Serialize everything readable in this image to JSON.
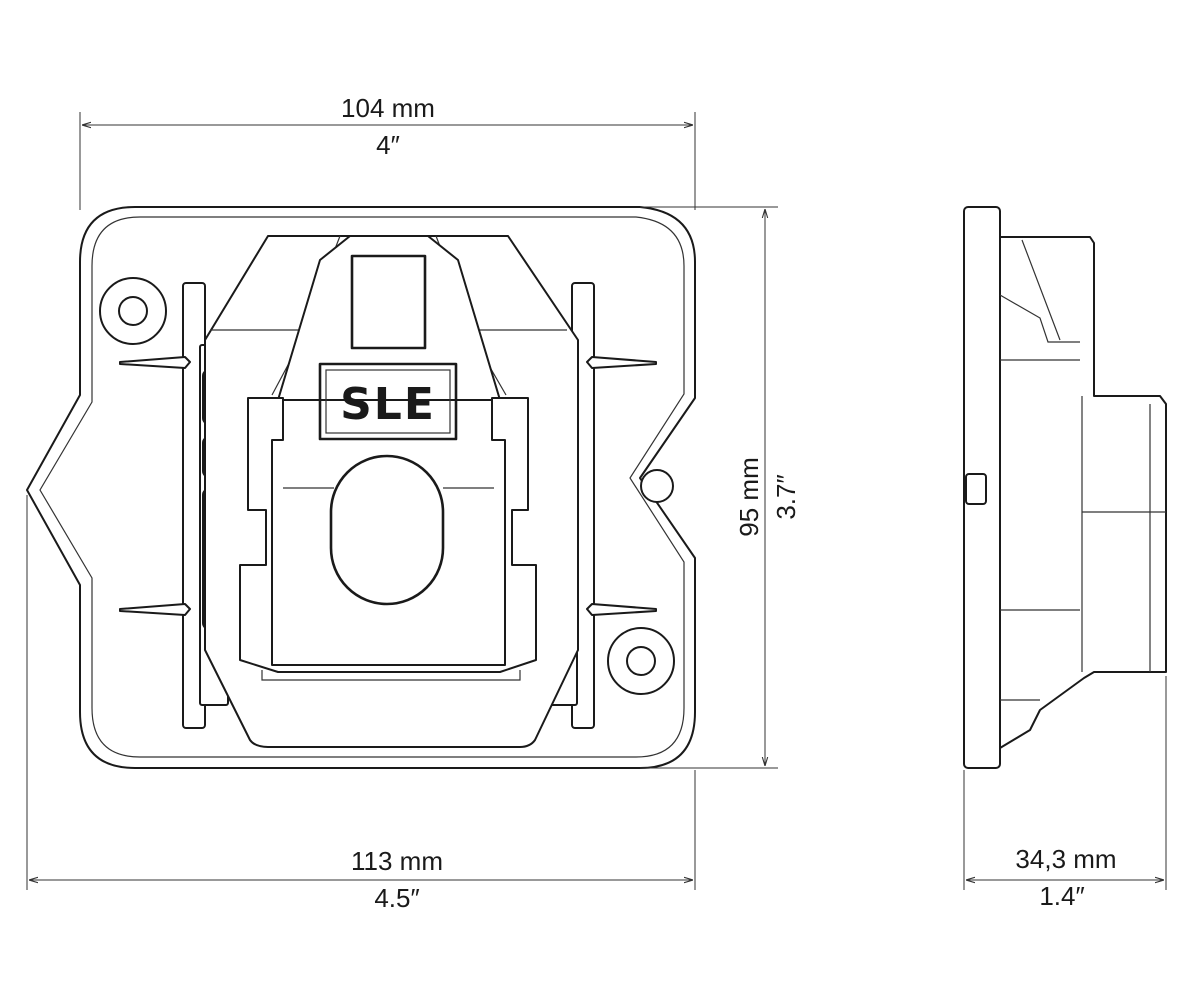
{
  "front_view": {
    "width_mm": "104 mm",
    "width_in": "4″",
    "overall_mm": "113 mm",
    "overall_in": "4.5″",
    "height_mm": "95 mm",
    "height_in": "3.7″",
    "logo_text": "SLE"
  },
  "side_view": {
    "depth_mm": "34,3 mm",
    "depth_in": "1.4″"
  }
}
